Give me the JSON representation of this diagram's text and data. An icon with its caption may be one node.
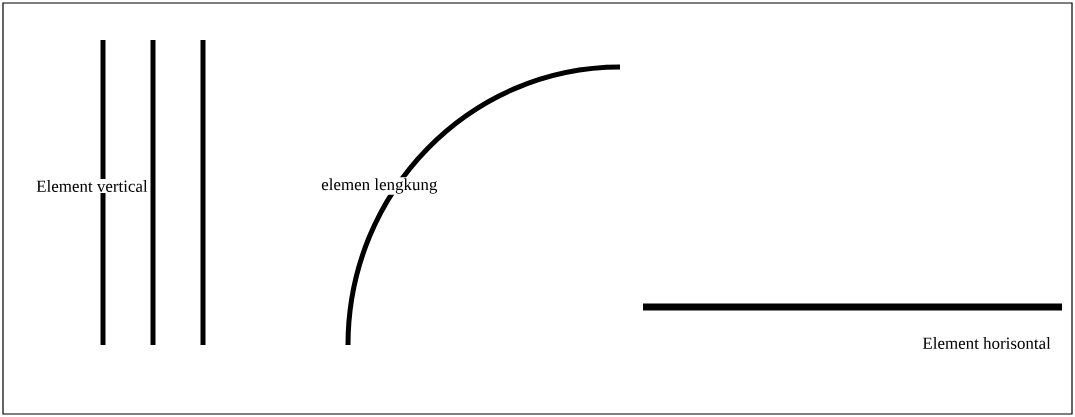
{
  "diagram": {
    "labels": [
      "Element vertical",
      "elemen lengkung",
      "Element horisontal"
    ]
  }
}
